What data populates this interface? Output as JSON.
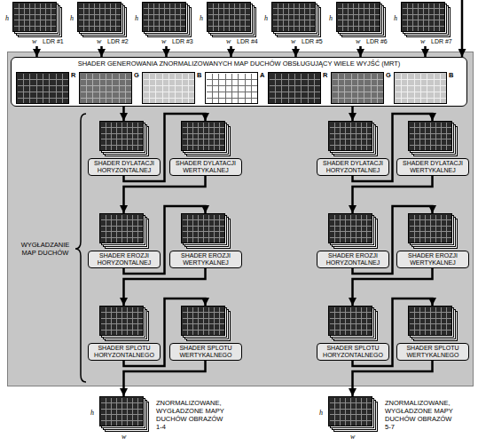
{
  "diagram": {
    "nodes": [
      {
        "text": [
          "h",
          "w",
          "LDR #1"
        ]
      },
      {
        "text": [
          "h",
          "w",
          "LDR #2"
        ]
      },
      {
        "text": [
          "h",
          "w",
          "LDR #3"
        ]
      },
      {
        "text": [
          "h",
          "w",
          "LDR #4"
        ]
      },
      {
        "text": [
          "h",
          "w",
          "LDR #5"
        ]
      },
      {
        "text": [
          "h",
          "w",
          "LDR #6"
        ]
      },
      {
        "text": [
          "h",
          "w",
          "LDR #7"
        ]
      },
      {
        "text": [
          "SHADER GENEROWANIA ZNORMALIZOWANYCH MAP DUCHÓW OBSŁUGUJĄCY WIELE WYJŚĆ (MRT)"
        ]
      },
      {
        "text": [
          "R"
        ],
        "in": 7
      },
      {
        "text": [
          "G"
        ],
        "in": 7
      },
      {
        "text": [
          "B"
        ],
        "in": 7
      },
      {
        "text": [
          "A"
        ],
        "in": 7
      },
      {
        "text": [
          "R"
        ],
        "in": 7
      },
      {
        "text": [
          "G"
        ],
        "in": 7
      },
      {
        "text": [
          "B"
        ],
        "in": 7
      },
      {
        "text": [
          "SHADER DYLATACJI HORYZONTALNEJ"
        ]
      },
      {
        "text": [
          "SHADER DYLATACJI WERTYKALNEJ"
        ]
      },
      {
        "text": [
          "SHADER EROZJI HORYZONTALNEJ"
        ]
      },
      {
        "text": [
          "SHADER EROZJI WERTYKALNEJ"
        ]
      },
      {
        "text": [
          "SHADER SPLOTU HORYZONTALNEGO"
        ]
      },
      {
        "text": [
          "SHADER SPLOTU WERTYKALNEGO"
        ]
      },
      {
        "text": [
          "SHADER DYLATACJI HORYZONTALNEJ"
        ]
      },
      {
        "text": [
          "SHADER DYLATACJI WERTYKALNEJ"
        ]
      },
      {
        "text": [
          "SHADER EROZJI HORYZONTALNEJ"
        ]
      },
      {
        "text": [
          "SHADER EROZJI WERTYKALNEJ"
        ]
      },
      {
        "text": [
          "SHADER SPLOTU HORYZONTALNEGO"
        ]
      },
      {
        "text": [
          "SHADER SPLOTU WERTYKALNEGO"
        ]
      },
      {
        "text": [
          "h",
          "w",
          "ZNORMALIZOWANE, WYGŁADZONE MAPY DUCHÓW OBRAZÓW 1-4"
        ]
      },
      {
        "text": [
          "h",
          "w",
          "ZNORMALIZOWANE, WYGŁADZONE MAPY DUCHÓW OBRAZÓW 5-7"
        ]
      }
    ],
    "edges": [
      {
        "from": 0,
        "to": 7,
        "arrow": "to"
      },
      {
        "from": 1,
        "to": 7,
        "arrow": "to"
      },
      {
        "from": 2,
        "to": 7,
        "arrow": "to"
      },
      {
        "from": 3,
        "to": 7,
        "arrow": "to"
      },
      {
        "from": 4,
        "to": 7,
        "arrow": "to"
      },
      {
        "from": 5,
        "to": 7,
        "arrow": "to"
      },
      {
        "from": 6,
        "to": 7,
        "arrow": "to"
      },
      {
        "from": 7,
        "to": 15,
        "arrow": "to"
      },
      {
        "from": 15,
        "to": 16,
        "arrow": "to"
      },
      {
        "from": 16,
        "to": 17,
        "arrow": "to"
      },
      {
        "from": 17,
        "to": 18,
        "arrow": "to"
      },
      {
        "from": 18,
        "to": 19,
        "arrow": "to"
      },
      {
        "from": 19,
        "to": 20,
        "arrow": "to"
      },
      {
        "from": 20,
        "to": 27,
        "arrow": "to"
      },
      {
        "from": 7,
        "to": 21,
        "arrow": "to"
      },
      {
        "from": 21,
        "to": 22,
        "arrow": "to"
      },
      {
        "from": 22,
        "to": 23,
        "arrow": "to"
      },
      {
        "from": 23,
        "to": 24,
        "arrow": "to"
      },
      {
        "from": 24,
        "to": 25,
        "arrow": "to"
      },
      {
        "from": 25,
        "to": 26,
        "arrow": "to"
      },
      {
        "from": 26,
        "to": 28,
        "arrow": "to"
      }
    ],
    "labels": [
      "WYGŁADZANIE MAP DUCHÓW"
    ]
  }
}
